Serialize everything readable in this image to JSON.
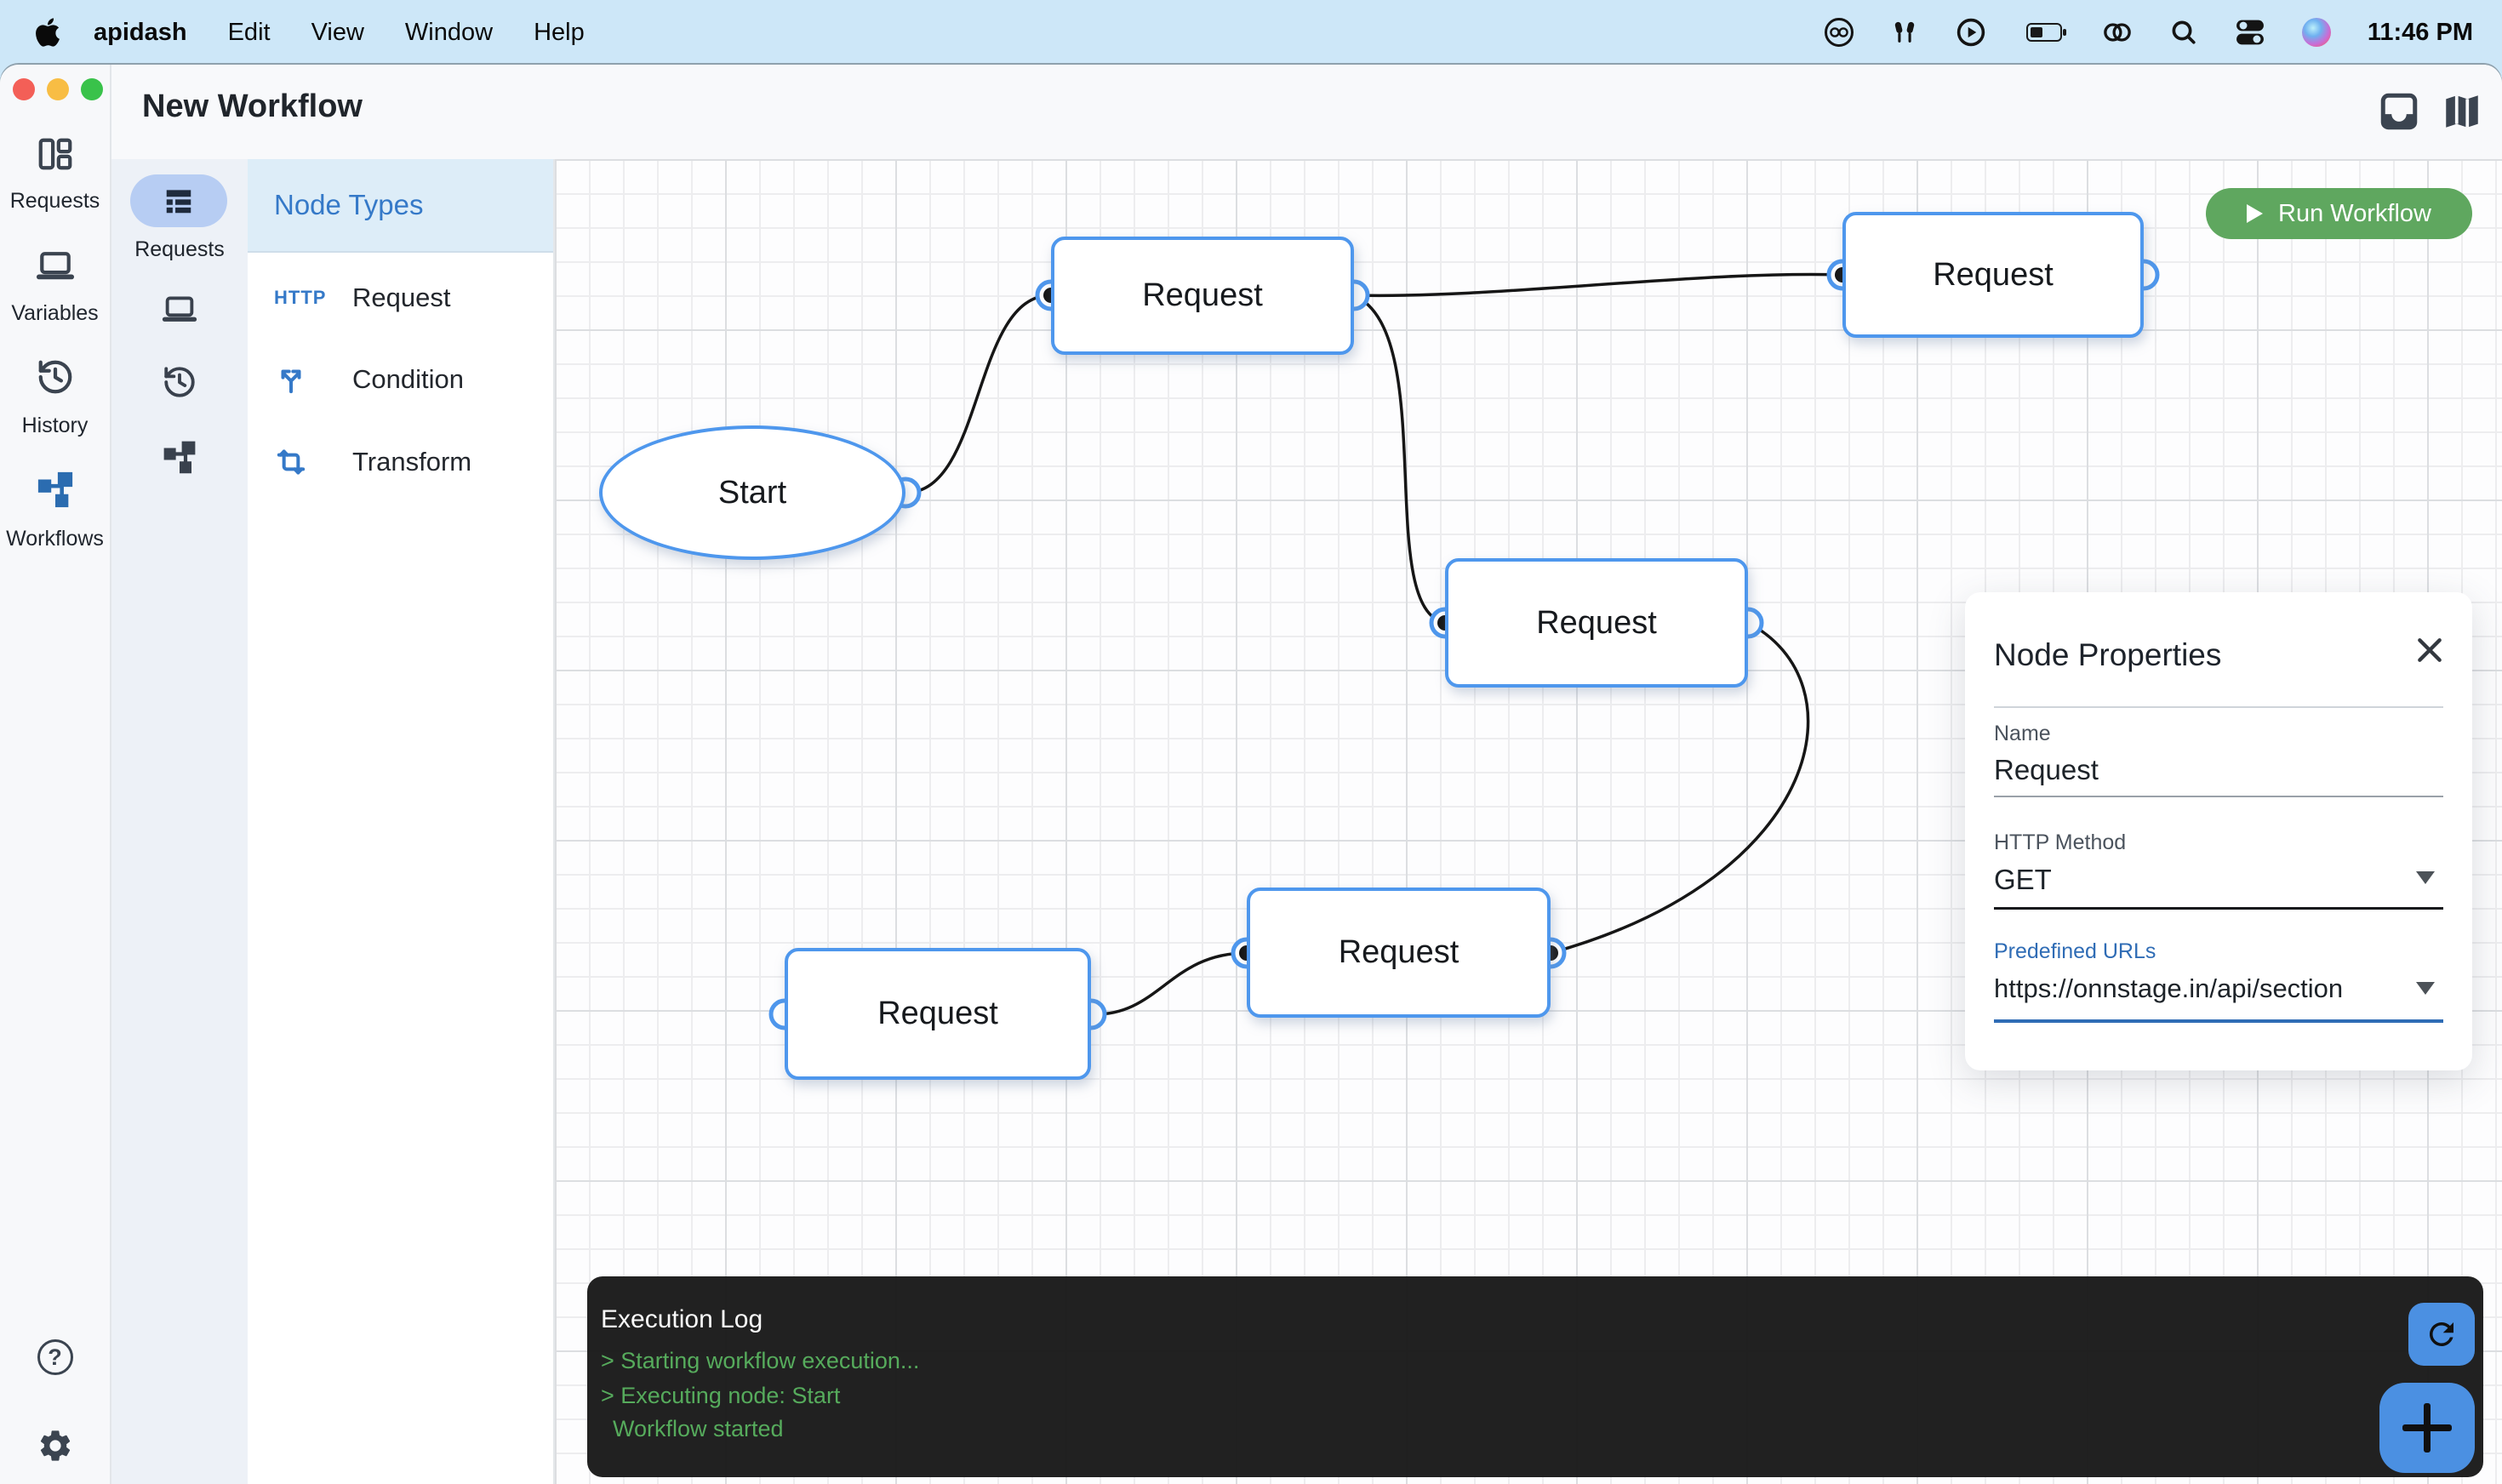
{
  "menu_bar": {
    "app_name": "apidash",
    "menus": [
      "Edit",
      "View",
      "Window",
      "Help"
    ],
    "time": "11:46 PM",
    "status_icons": [
      "creative-cloud",
      "airpods",
      "play",
      "battery",
      "link",
      "spotlight",
      "control-center",
      "siri"
    ]
  },
  "window": {
    "title": "New Workflow"
  },
  "sidebar": {
    "items": [
      {
        "label": "Requests"
      },
      {
        "label": "Variables"
      },
      {
        "label": "History"
      },
      {
        "label": "Workflows"
      }
    ],
    "help_glyph": "?"
  },
  "requests_rail": {
    "selected_label": "Requests"
  },
  "node_types": {
    "title": "Node Types",
    "items": [
      {
        "icon": "HTTP",
        "label": "Request"
      },
      {
        "icon": "branch",
        "label": "Condition"
      },
      {
        "icon": "transform",
        "label": "Transform"
      }
    ]
  },
  "canvas": {
    "run_button": "Run Workflow",
    "nodes": [
      {
        "label": "Start"
      },
      {
        "label": "Request"
      },
      {
        "label": "Request"
      },
      {
        "label": "Request"
      },
      {
        "label": "Request"
      },
      {
        "label": "Request"
      }
    ]
  },
  "properties_panel": {
    "title": "Node Properties",
    "name_label": "Name",
    "name_value": "Request",
    "method_label": "HTTP Method",
    "method_value": "GET",
    "urls_label": "Predefined URLs",
    "url_value": "https://onnstage.in/api/section"
  },
  "execution_log": {
    "title": "Execution Log",
    "lines": [
      "> Starting workflow execution...",
      "> Executing node: Start",
      "Workflow started"
    ]
  },
  "colors": {
    "accent_blue": "#4e97ed",
    "brand_blue": "#2f6cb5",
    "run_green": "#5fa75f",
    "log_green": "#56ab5c",
    "fab_blue": "#4b90e2",
    "menubar_tint": "#cde7f8"
  }
}
